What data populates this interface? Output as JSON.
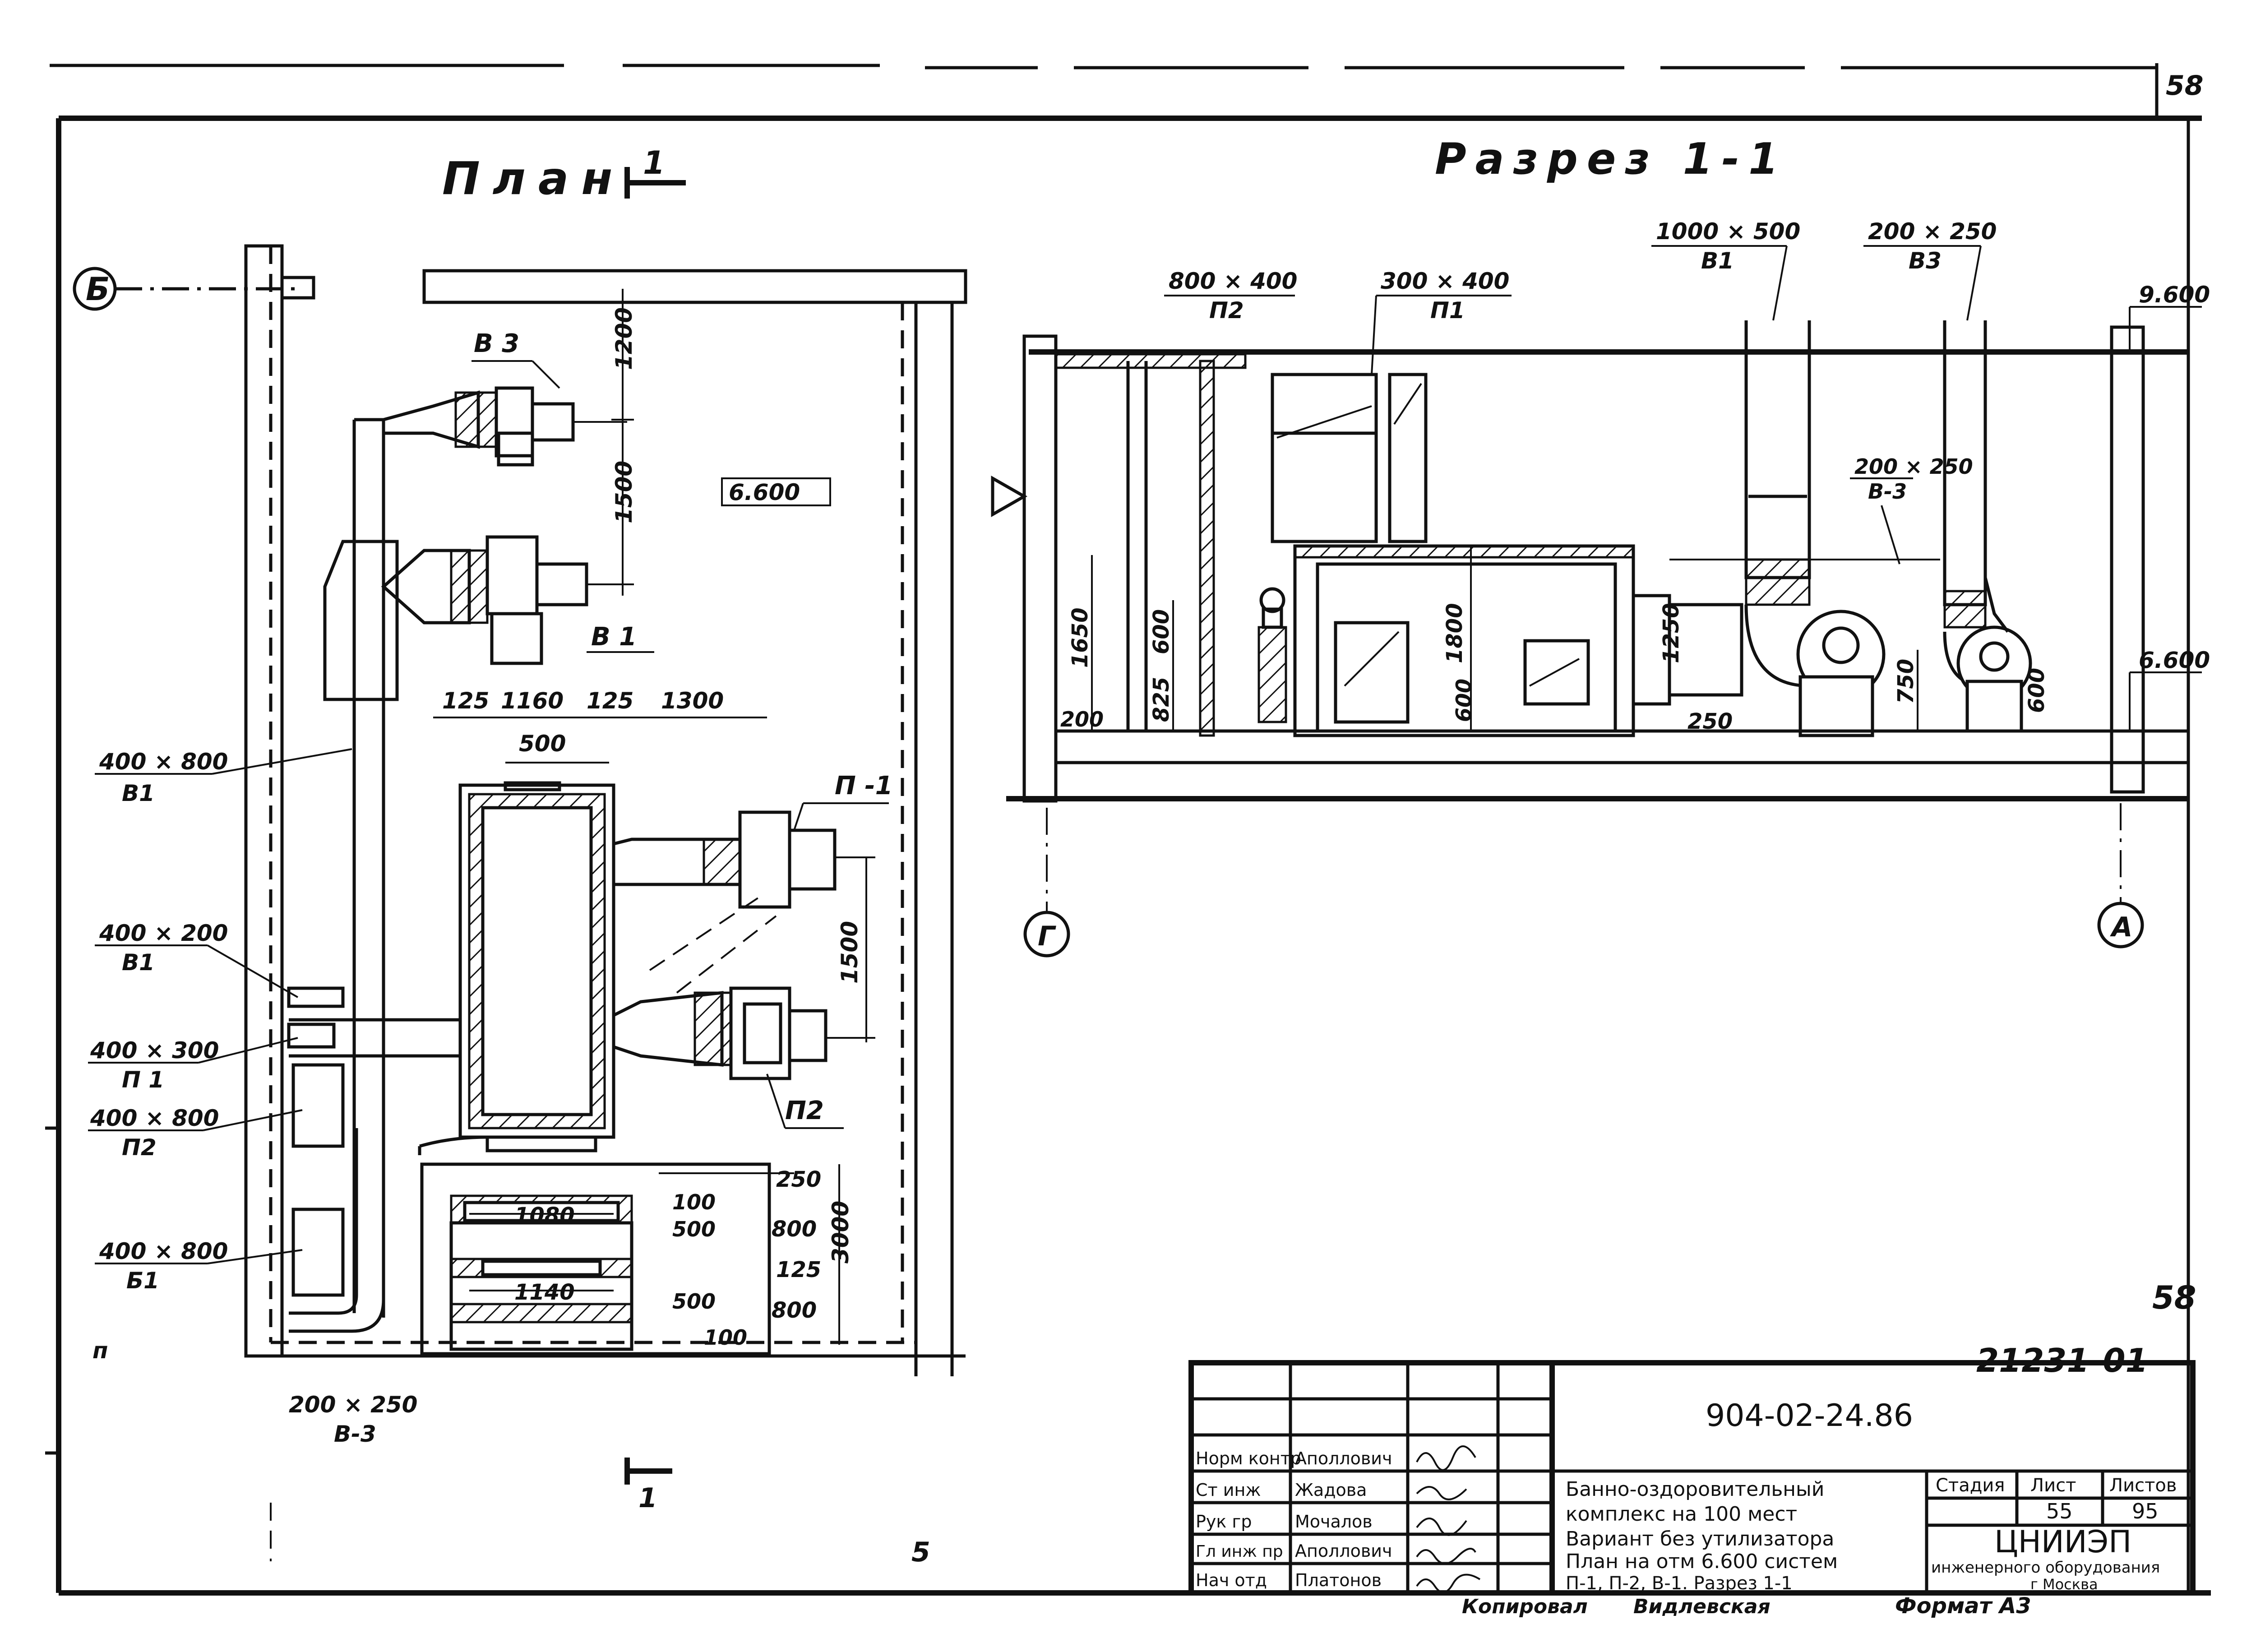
{
  "sheet": {
    "page_number_top": "58",
    "page_number_side": "58",
    "archive_number": "21231-01"
  },
  "plan": {
    "title": "План",
    "section_mark": "1",
    "section_mark_bottom": "1",
    "axis_top": "Б",
    "axis_bottom": "5",
    "left_mark": "п",
    "elevation": "6.600",
    "dims": {
      "d1200": "1200",
      "d1500a": "1500",
      "d125a": "125",
      "d1160": "1160",
      "d125b": "125",
      "d1300": "1300",
      "d500a": "500",
      "d1500b": "1500",
      "d250": "250",
      "d100a": "100",
      "d500b": "500",
      "d800a": "800",
      "d125c": "125",
      "d3000": "3000",
      "d500c": "500",
      "d800b": "800",
      "d100b": "100",
      "d1080": "1080",
      "d1140": "1140"
    },
    "labels": {
      "b3": "В 3",
      "b1": "В 1",
      "p1": "П -1",
      "p2": "П2",
      "duct1_size": "400 × 800",
      "duct1_sys": "В1",
      "duct2_size": "400 × 200",
      "duct2_sys": "В1",
      "duct3_size": "400 × 300",
      "duct3_sys": "П 1",
      "duct4_size": "400 × 800",
      "duct4_sys": "П2",
      "duct5_size": "400 × 800",
      "duct5_sys": "Б1",
      "duct6_size": "200 × 250",
      "duct6_sys": "В-3"
    }
  },
  "section": {
    "title": "Разрез 1-1",
    "axis_left": "Г",
    "axis_right": "А",
    "elev_top": "9.600",
    "elev_bottom": "6.600",
    "labels": {
      "p2_size": "800 × 400",
      "p2_sys": "П2",
      "p1_size": "300 × 400",
      "p1_sys": "П1",
      "b1_size": "1000 × 500",
      "b1_sys": "В1",
      "b3_size": "200 × 250",
      "b3_sys": "В3",
      "b3b_size": "200 × 250",
      "b3b_sys": "В-3"
    },
    "dims": {
      "d1650": "1650",
      "d600a": "600",
      "d200": "200",
      "d825": "825",
      "d1800": "1800",
      "d600b": "600",
      "d1250": "1250",
      "d250": "250",
      "d750": "750",
      "d600c": "600"
    }
  },
  "title_block": {
    "doc_code": "904-02-24.86",
    "name_line1": "Банно-оздоровительный",
    "name_line2": "комплекс на 100 мест",
    "desc_line1": "Вариант без утилизатора",
    "desc_line2": "План на отм 6.600 систем",
    "desc_line3": "П-1, П-2, В-1.  Разрез 1-1",
    "stage_header": "Стадия",
    "sheet_header": "Лист",
    "sheets_header": "Листов",
    "sheet_value": "55",
    "sheets_value": "95",
    "org_name": "ЦНИИЭП",
    "org_line2": "инженерного оборудования",
    "org_line3": "г Москва",
    "rows": [
      {
        "role": "Нач отд",
        "name": "Платонов"
      },
      {
        "role": "Гл инж пр",
        "name": "Аполлович"
      },
      {
        "role": "Рук гр",
        "name": "Мочалов"
      },
      {
        "role": "Ст инж",
        "name": "Жадова"
      },
      {
        "role": "Норм контр",
        "name": "Аполлович"
      }
    ],
    "copied_label": "Копировал",
    "copied_name": "Видлевская",
    "format_label": "Формат А3"
  }
}
